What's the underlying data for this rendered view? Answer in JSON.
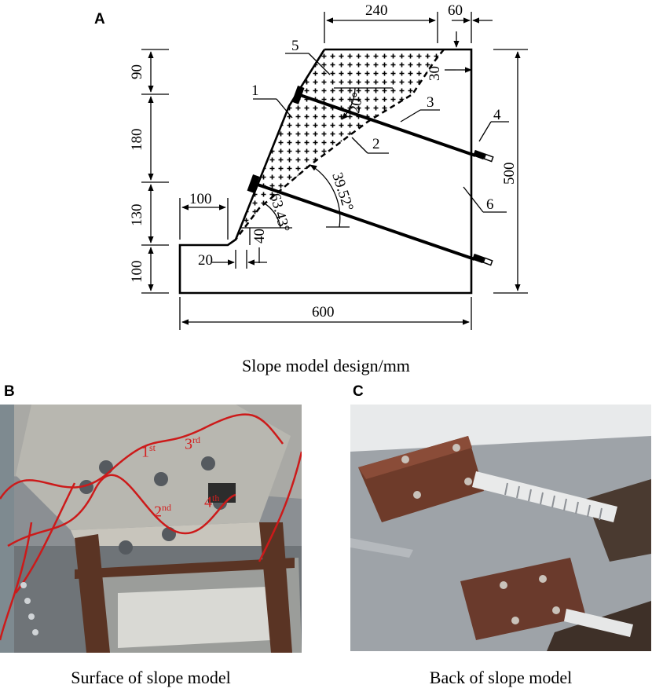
{
  "panel_a": {
    "letter": "A",
    "caption": "Slope model design/mm",
    "dimensions": {
      "top_width": "240",
      "top_right": "60",
      "right_notch": "30",
      "left_90": "90",
      "left_180": "180",
      "left_130": "130",
      "left_100": "100",
      "toe_width": "100",
      "toe_step": "20",
      "toe_40": "40",
      "height": "500",
      "base_width": "600"
    },
    "angles": {
      "upper": "20°",
      "lower_anchor": "39.52°",
      "slope": "63.43°"
    },
    "callouts": [
      "1",
      "2",
      "3",
      "4",
      "5",
      "6"
    ]
  },
  "panel_b": {
    "letter": "B",
    "caption": "Surface of slope model",
    "markers": [
      {
        "base": "1",
        "sup": "st"
      },
      {
        "base": "2",
        "sup": "nd"
      },
      {
        "base": "3",
        "sup": "rd"
      },
      {
        "base": "4",
        "sup": "th"
      }
    ],
    "marker_color": "#d42020"
  },
  "panel_c": {
    "letter": "C",
    "caption": "Back of slope model"
  }
}
